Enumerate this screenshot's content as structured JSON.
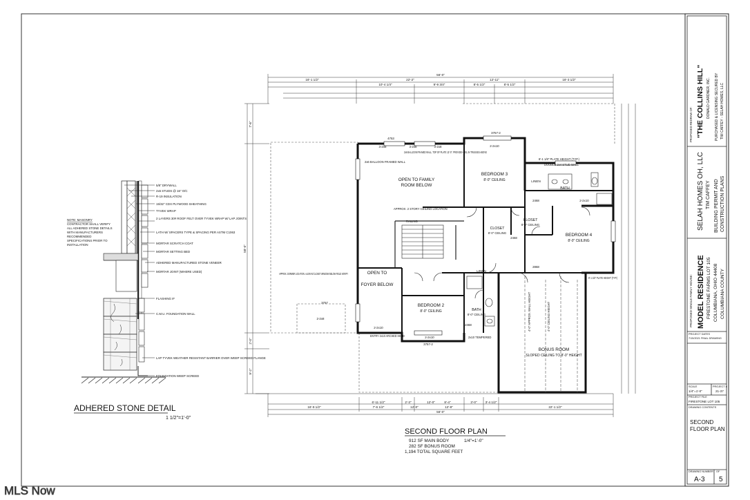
{
  "stone_detail": {
    "title": "ADHERED STONE DETAIL",
    "scale": "1 1/2\"=1'-0\"",
    "note": [
      "NOTE: MASONRY",
      "CONTRACTOR SHALL VERIFY",
      "ALL ADHERED STONE DETAILS",
      "WITH MANUFACTURERS",
      "RECOMMENDED",
      "SPECIFICATIONS PRIOR TO",
      "INSTALLATION"
    ],
    "labels": [
      "5/8\" DRYWALL",
      "2x6 STUDS @ 16\" O/C",
      "R-19 INSULATION",
      "15/32\" CDX PLYWOOD SHEATHING",
      "TYVEK WRAP",
      "2 LAYERS 30# ROOF FELT OVER TYVEK WRAP W/ LAP JOINTS",
      "LATH W/ SPACERS TYPE & SPACING PER ASTM C1063",
      "MORTAR SCRATCH COAT",
      "MORTAR SETTING BED",
      "ADHERED MANUFACTURED STONE VENEER",
      "MORTAR JOINT (WHERE USED)",
      "FLASHING IF",
      "C.M.U. FOUNDATION WALL",
      "LAP TYVEK WEATHER RESISTANT BARRIER OVER WEEP SCREED FLANGE",
      "FOUNDATION WEEP SCREED"
    ]
  },
  "plan": {
    "title": "SECOND FLOOR PLAN",
    "scale": "1/4\"=1'-0\"",
    "areas": [
      "912 SF MAIN BODY",
      "282 SF BONUS ROOM",
      "1,194 TOTAL SQUARE FEET"
    ],
    "rooms": [
      {
        "name": "OPEN TO FAMILY",
        "sub": "ROOM BELOW"
      },
      {
        "name": "BEDROOM 3",
        "sub": "8'-0\" CEILING"
      },
      {
        "name": "BATH",
        "sub": ""
      },
      {
        "name": "LINEN",
        "sub": ""
      },
      {
        "name": "CLOSET",
        "sub": "8'-0\" CEILING"
      },
      {
        "name": "CLOSET",
        "sub": "8'-0\" CEILING"
      },
      {
        "name": "BEDROOM 4",
        "sub": "8'-0\" CEILING"
      },
      {
        "name": "OPEN TO",
        "sub": "FOYER BELOW"
      },
      {
        "name": "BEDROOM 2",
        "sub": "8'-0\" CEILING"
      },
      {
        "name": "BATH",
        "sub": "8'-0\" CEILING"
      },
      {
        "name": "LINEN",
        "sub": ""
      },
      {
        "name": "BONUS ROOM",
        "sub": "SLOPED CEILING TO 8'-0\" HEIGHT"
      }
    ],
    "notes": [
      "2x6 BALLOON FRAMED WALL. TOP OF PLATE 13'-0\". PROVIDE HEEL IN TRUSSES ABOVE",
      "APPROX. 2 STORY CEILING LOCATION",
      "8'-1 1/8\" PLATE HEIGHT (TYP.)",
      "DOUBLE 2x4 STUD WALL",
      "2x6 BALLOON FRAMED WALL",
      "APPROX. DORMER LOCATION. ALIGN W/ CLOSET WINDOW BELOW FIELD VERIFY",
      "RAILING",
      "4'-0\" CEILING HEIGHT",
      "4'-0\" APPROX. WALL HEIGHT",
      "ENTRY 2x10 ARCHED HEAD",
      "2x10 TEMPERED",
      "8'-1 1/8\" PLATE HEIGHT (TYP.)"
    ],
    "dimensions_top": [
      "56'-0\"",
      "16'-1 1/2\"",
      "22'-2\"",
      "12'-11\"",
      "16'-3 1/2\"",
      "10'-4 1/4\"",
      "9'-9 3/4\"",
      "8'-5 1/2\"",
      "8'-5 1/2\""
    ],
    "dimensions_bottom": [
      "16'-9 1/2\"",
      "6'-11 1/2\"",
      "2'-3\"",
      "12'-0\"",
      "8'-4\"",
      "3'-0\"",
      "3'-4 1/2\"",
      "22'-1 1/2\"",
      "56'-0\""
    ],
    "dimensions_bottom2": [
      "7'-6 1/2\"",
      "12'-0\"",
      "12'-8\""
    ],
    "dimensions_left": [
      "7'-6\"",
      "58'-0\"",
      "2'-0\"",
      "9'-2\""
    ],
    "window_tags": [
      "4753",
      "3757-2",
      "2468",
      "2868",
      "3757",
      "3757-2",
      "2468",
      "2468"
    ],
    "header_tags": [
      "3-2x8",
      "3-2x8",
      "3-2x8",
      "2-2x10",
      "2-2x10",
      "2-2x10",
      "2-2x10",
      "2-2x8"
    ]
  },
  "title_block": {
    "proposed_redraw": "PROPOSED REDRAW OF:",
    "project_name": "\"THE COLLINS HILL\"",
    "designer": "DONALD GARDNER, INC.",
    "licensing": [
      "PURCHASED & LICENSING SECURED BY",
      "TIM CAFFEY - SELAH HOMES, LLC"
    ],
    "company": "SELAH HOMES OH, LLC",
    "person": "TIM CAFFEY",
    "purpose": [
      "BUILDING PERMIT AND",
      "CONSTRUCTION PLANS"
    ],
    "residence_label": "PROPOSED SINGLE FAMILY HOUSE:",
    "residence": "MODEL RESIDENCE",
    "lot": "FIRESTONE FARMS LOT 105",
    "city": "COLUMBIANA, OHIO 44408",
    "county": "COLUMBIANA COUNTY",
    "project_dates_label": "PROJECT DATES",
    "project_date": "7/15/2021 FINAL DRAWING",
    "scale_label": "SCALE",
    "scale": "1/4\"=1'-0\"",
    "project_no_label": "PROJECT #",
    "project_no": "21-37",
    "project_file_label": "PROJECT FILE",
    "project_file": "FIRESTONE LOT 105",
    "drawing_contents_label": "DRAWING CONTENTS",
    "drawing_contents": [
      "SECOND",
      "FLOOR PLAN"
    ],
    "drawing_number_label": "DRAWING NUMBER",
    "drawing_number": "A-3",
    "of_label": "OF",
    "of_total": "5"
  },
  "watermark": "MLS Now"
}
